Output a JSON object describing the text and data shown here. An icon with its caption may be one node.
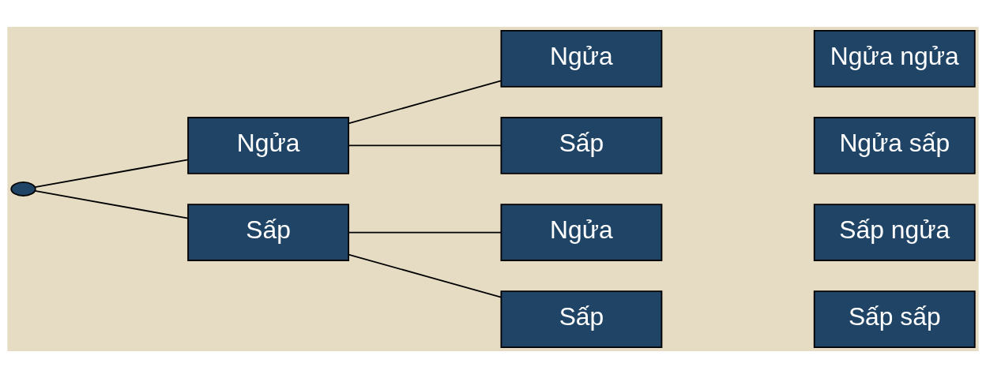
{
  "diagram": {
    "nodes": [
      {
        "text": [],
        "shape": "circle"
      },
      {
        "text": [
          "Ngửa"
        ]
      },
      {
        "text": [
          "Sấp"
        ]
      },
      {
        "text": [
          "Ngửa"
        ]
      },
      {
        "text": [
          "Sấp"
        ]
      },
      {
        "text": [
          "Ngửa"
        ]
      },
      {
        "text": [
          "Sấp"
        ]
      },
      {
        "text": [
          "Ngửa ngửa"
        ]
      },
      {
        "text": [
          "Ngửa sấp"
        ]
      },
      {
        "text": [
          "Sấp ngửa"
        ]
      },
      {
        "text": [
          "Sấp sấp"
        ]
      }
    ],
    "edges": [
      {
        "from": 0,
        "to": 1,
        "arrow": "none"
      },
      {
        "from": 0,
        "to": 2,
        "arrow": "none"
      },
      {
        "from": 1,
        "to": 3,
        "arrow": "none"
      },
      {
        "from": 1,
        "to": 4,
        "arrow": "none"
      },
      {
        "from": 2,
        "to": 5,
        "arrow": "none"
      },
      {
        "from": 2,
        "to": 6,
        "arrow": "none"
      }
    ]
  }
}
